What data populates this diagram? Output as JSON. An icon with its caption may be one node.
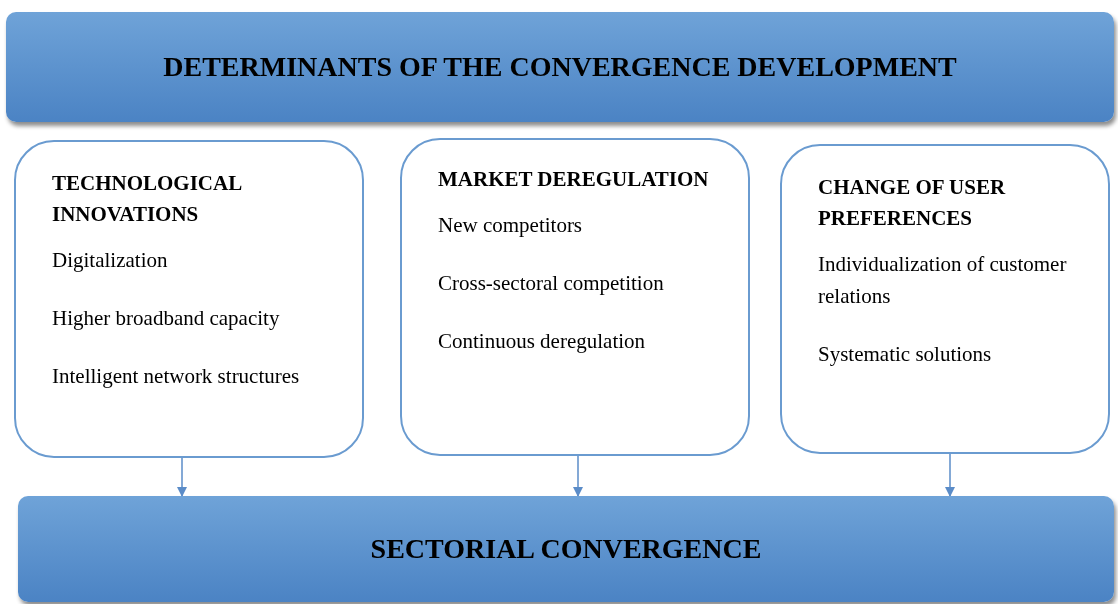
{
  "diagram": {
    "nodes": [
      {
        "text": [
          "DETERMINANTS OF THE CONVERGENCE DEVELOPMENT"
        ]
      },
      {
        "text": [
          "TECHNOLOGICAL INNOVATIONS",
          "Digitalization",
          "Higher broadband capacity",
          "Intelligent network structures"
        ]
      },
      {
        "text": [
          "MARKET DEREGULATION",
          "New competitors",
          "Cross-sectoral competition",
          "Continuous deregulation"
        ]
      },
      {
        "text": [
          "CHANGE OF USER PREFERENCES",
          "Individualization of customer relations",
          "Systematic solutions"
        ]
      },
      {
        "text": [
          "SECTORIAL CONVERGENCE"
        ]
      }
    ],
    "edges": [
      {
        "from": 1,
        "to": 4,
        "arrow": "to"
      },
      {
        "from": 2,
        "to": 4,
        "arrow": "to"
      },
      {
        "from": 3,
        "to": 4,
        "arrow": "to"
      }
    ]
  }
}
